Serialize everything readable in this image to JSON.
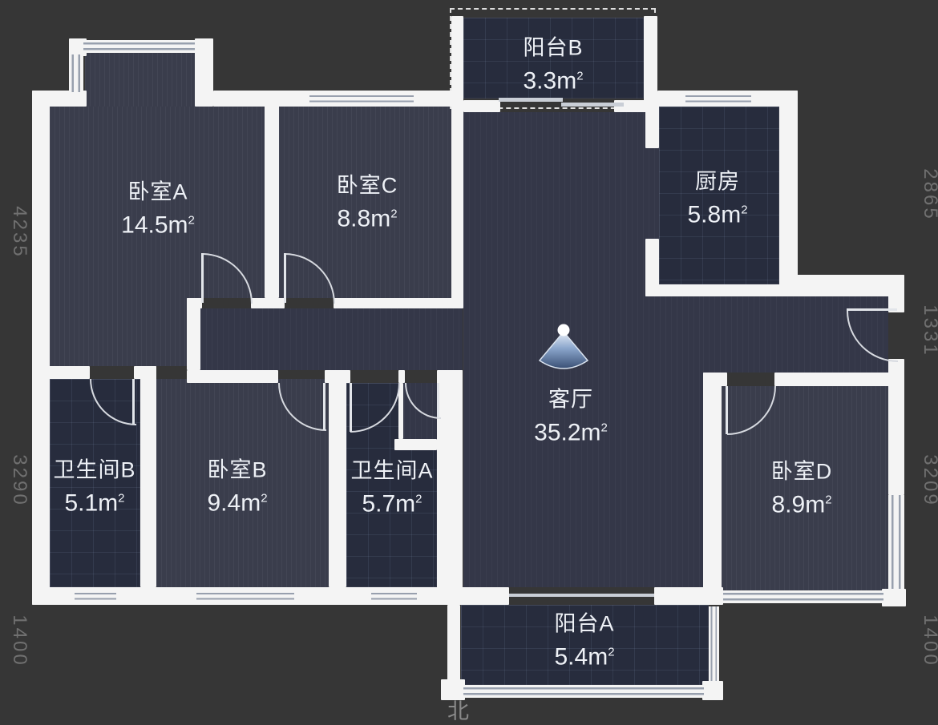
{
  "rooms": [
    {
      "id": "balcony-b",
      "name": "阳台B",
      "area": "3.3"
    },
    {
      "id": "bedroom-a",
      "name": "卧室A",
      "area": "14.5"
    },
    {
      "id": "bedroom-c",
      "name": "卧室C",
      "area": "8.8"
    },
    {
      "id": "kitchen",
      "name": "厨房",
      "area": "5.8"
    },
    {
      "id": "living-room",
      "name": "客厅",
      "area": "35.2"
    },
    {
      "id": "bathroom-b",
      "name": "卫生间B",
      "area": "5.1"
    },
    {
      "id": "bedroom-b",
      "name": "卧室B",
      "area": "9.4"
    },
    {
      "id": "bathroom-a",
      "name": "卫生间A",
      "area": "5.7"
    },
    {
      "id": "bedroom-d",
      "name": "卧室D",
      "area": "8.9"
    },
    {
      "id": "balcony-a",
      "name": "阳台A",
      "area": "5.4"
    }
  ],
  "units": {
    "meter": "m",
    "sup": "2"
  },
  "dimensions": {
    "left": [
      "4235",
      "3290",
      "1400"
    ],
    "right": [
      "2865",
      "1331",
      "3209",
      "1400"
    ]
  },
  "compass": {
    "north": "北"
  },
  "colors": {
    "background": "#363636",
    "wall": "#f4f4f4",
    "floor_dark": "#3a3d4c",
    "floor_tile": "#272c3d",
    "camera_cone_blue": "#8ba6cc",
    "label_text": "#eef1f6",
    "dimension_text": "#707070"
  }
}
